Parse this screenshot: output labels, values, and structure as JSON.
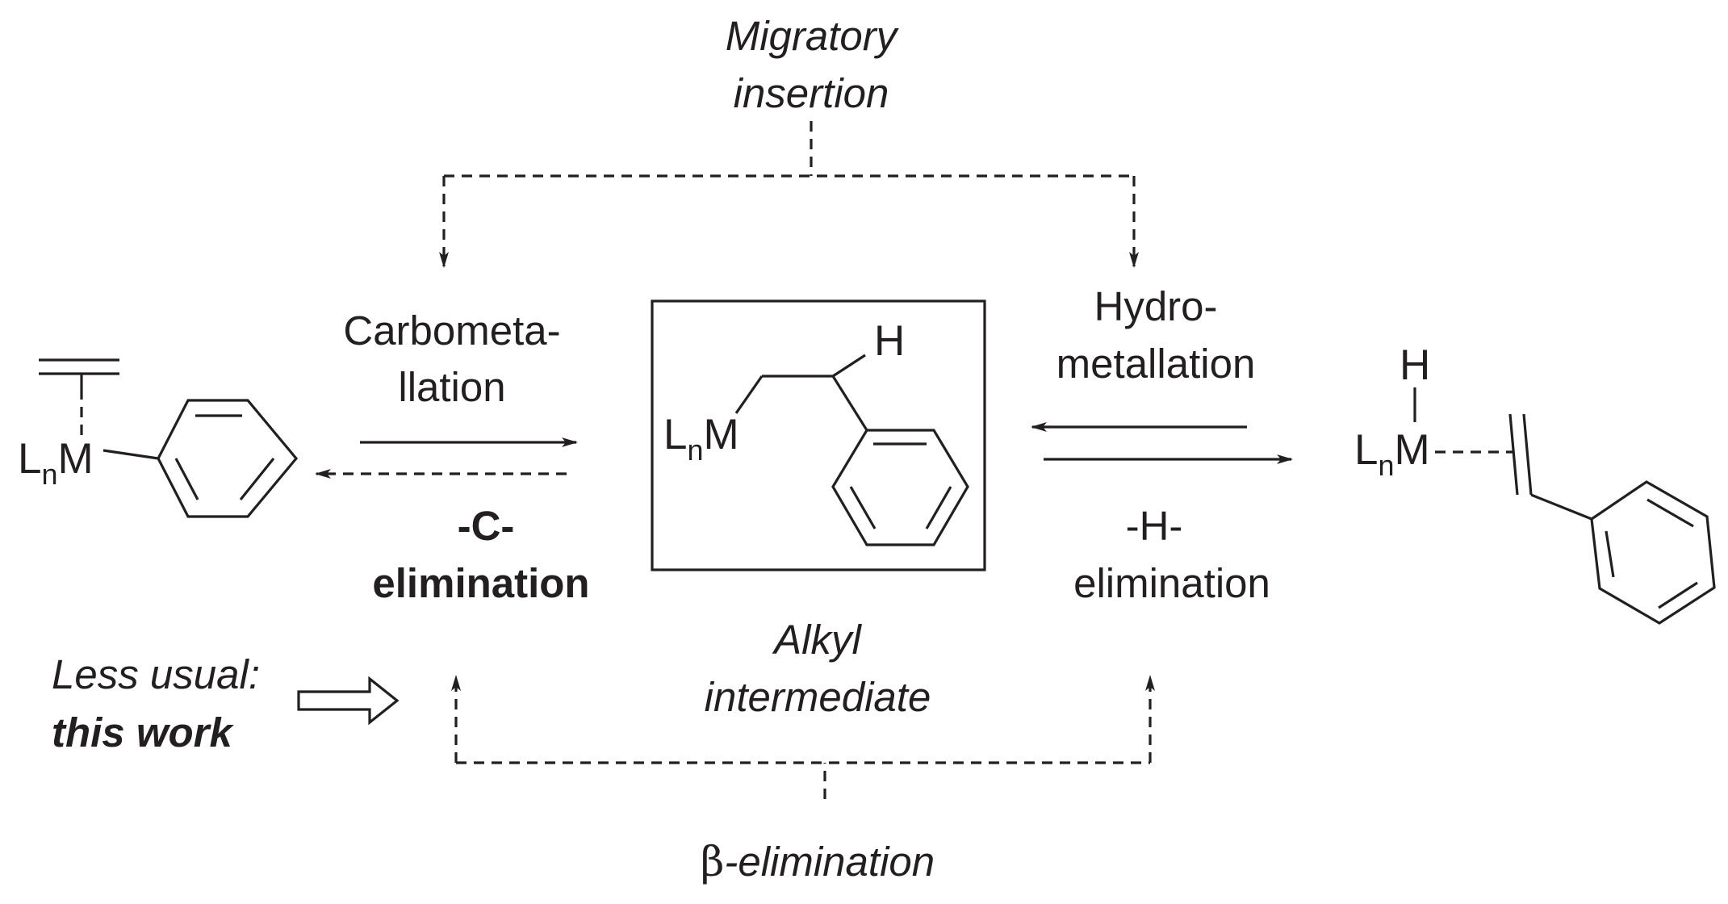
{
  "labels": {
    "migratory_line1": "Migratory",
    "migratory_line2": "insertion",
    "carbometa_line1": "Carbometa-",
    "carbometa_line2": "llation",
    "c_elim_line1": "-C-",
    "c_elim_line2": "elimination",
    "hydro_line1": "Hydro-",
    "hydro_line2": "metallation",
    "h_elim_line1": "-H-",
    "h_elim_line2": "elimination",
    "alkyl_line1": "Alkyl",
    "alkyl_line2": "intermediate",
    "less_usual_line1": "Less usual:",
    "less_usual_line2": "this work",
    "beta_symbol": "β",
    "beta_rest": "-elimination"
  },
  "molecules": {
    "metal_L": "L",
    "metal_sub": "n",
    "metal_M": "M",
    "hydrogen": "H"
  }
}
